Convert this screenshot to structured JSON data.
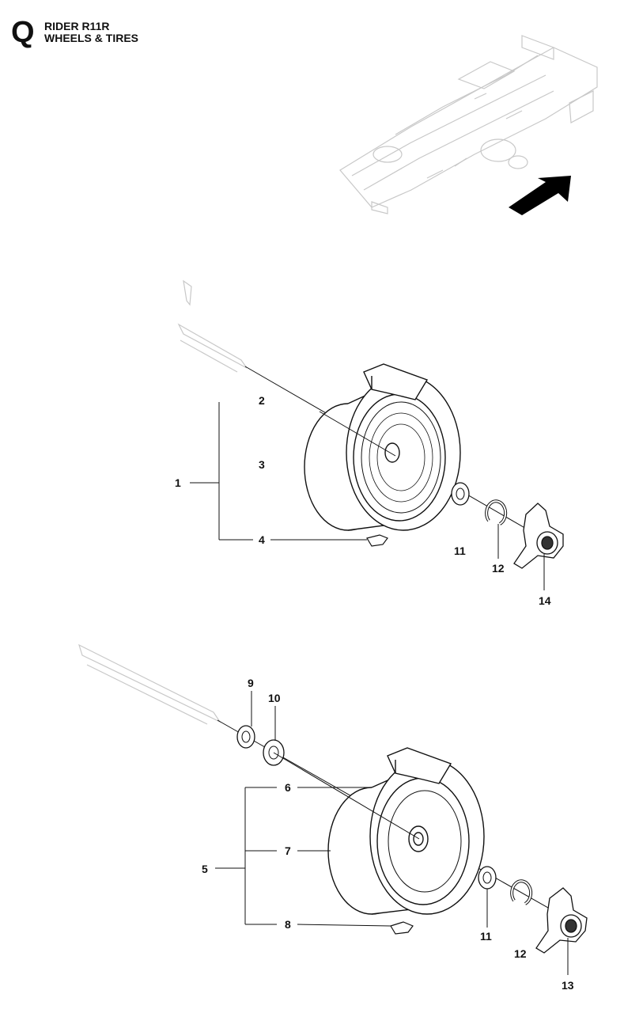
{
  "header": {
    "section": "Q",
    "title": "RIDER R11R",
    "subtitle": "WHEELS & TIRES"
  },
  "callouts": {
    "c1": "1",
    "c2": "2",
    "c3": "3",
    "c4": "4",
    "c11a": "11",
    "c12a": "12",
    "c14": "14",
    "c9": "9",
    "c10": "10",
    "c6": "6",
    "c7": "7",
    "c5": "5",
    "c8": "8",
    "c11b": "11",
    "c12b": "12",
    "c13": "13"
  },
  "colors": {
    "line": "#111111",
    "ghost": "#c8c8c8",
    "arrow": "#000000"
  }
}
